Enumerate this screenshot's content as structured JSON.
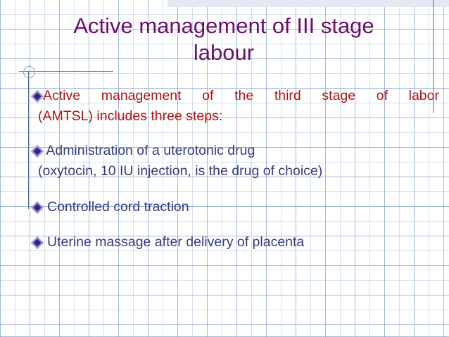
{
  "slide": {
    "title": "Active management of III stage\nlabour",
    "title_color": "#6b0f6b",
    "background": "graph-paper",
    "decor": {
      "loop_mark": "circle-loop-icon",
      "title_rule": "horizontal-accent-rule",
      "left_rule": "vertical-accent-rule",
      "right_rule": "vertical-accent-rule",
      "top_band": "lavender-band"
    },
    "bullets": [
      {
        "bullet_icon": "diamond-bullet",
        "color": "#b01515",
        "line1": "Active management of the third stage of labor",
        "line2": "(AMTSL) includes three steps:"
      },
      {
        "bullet_icon": "diamond-bullet",
        "color": "#333b82",
        "line1": " Administration of a uterotonic drug",
        "line2": "(oxytocin, 10 IU injection, is the drug of choice)"
      },
      {
        "bullet_icon": "diamond-bullet",
        "color": "#333b82",
        "line1": "Controlled cord traction",
        "line2": ""
      },
      {
        "bullet_icon": "diamond-bullet",
        "color": "#333b82",
        "line1": "Uterine massage after delivery of placenta",
        "line2": ""
      }
    ]
  }
}
